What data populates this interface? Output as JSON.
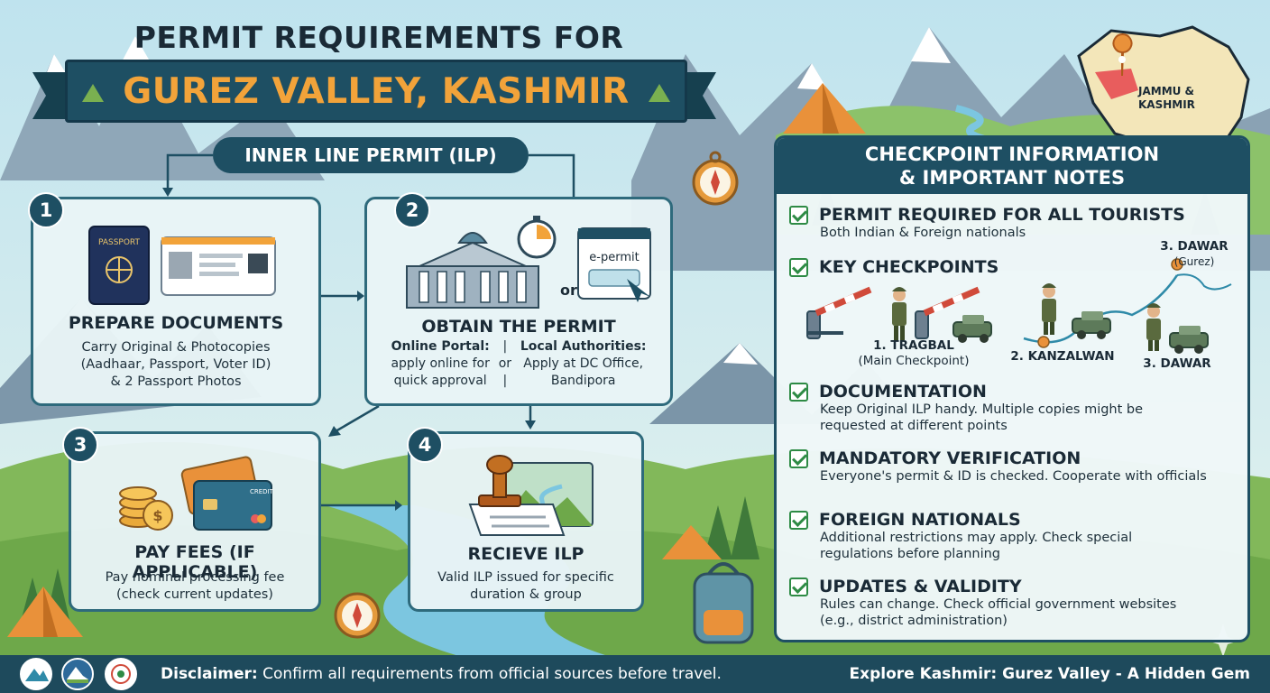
{
  "header": {
    "title_line1": "PERMIT REQUIREMENTS FOR",
    "title_line2": "GUREZ VALLEY, KASHMIR",
    "section": "INNER LINE PERMIT (ILP)"
  },
  "steps": [
    {
      "number": "1",
      "title": "PREPARE DOCUMENTS",
      "lines": [
        "Carry Original & Photocopies",
        "(Aadhaar, Passport, Voter ID)",
        "& 2 Passport Photos"
      ],
      "passport_label": "PASSPORT"
    },
    {
      "number": "2",
      "title": "OBTAIN THE PERMIT",
      "epermit_label": "e-permit",
      "or_label": "or",
      "online": {
        "heading": "Online Portal:",
        "lines": [
          "apply online for",
          "quick approval"
        ]
      },
      "local": {
        "heading": "Local Authorities:",
        "lines": [
          "Apply at DC Office,",
          "Bandipora"
        ]
      },
      "separator": [
        "|",
        "or",
        "|"
      ]
    },
    {
      "number": "3",
      "title": "PAY FEES (IF APPLICABLE)",
      "lines": [
        "Pay nominal processing fee",
        "(check current updates)"
      ],
      "card_label": "CREDIT"
    },
    {
      "number": "4",
      "title": "RECIEVE ILP",
      "lines": [
        "Valid ILP issued for specific",
        "duration & group"
      ]
    }
  ],
  "panel": {
    "title_line1": "CHECKPOINT INFORMATION",
    "title_line2": "& IMPORTANT NOTES",
    "notes": [
      {
        "title": "PERMIT REQUIRED FOR ALL TOURISTS",
        "lines": [
          "Both Indian & Foreign nationals"
        ]
      },
      {
        "title": "KEY CHECKPOINTS",
        "lines": []
      },
      {
        "title": "DOCUMENTATION",
        "lines": [
          "Keep Original ILP handy. Multiple copies might be",
          "requested at different points"
        ]
      },
      {
        "title": "MANDATORY VERIFICATION",
        "lines": [
          "Everyone's permit & ID is checked. Cooperate with officials"
        ]
      },
      {
        "title": "FOREIGN NATIONALS",
        "lines": [
          "Additional restrictions may apply. Check special",
          "regulations before planning"
        ]
      },
      {
        "title": "UPDATES & VALIDITY",
        "lines": [
          "Rules can change. Check official government websites",
          "(e.g., district administration)"
        ]
      }
    ],
    "checkpoints": {
      "tragbal": [
        "1. TRAGBAL",
        "(Main Checkpoint)"
      ],
      "kanzalwan": "2. KANZALWAN",
      "dawar": "3. DAWAR",
      "dawar_top": "3. DAWAR",
      "gurez": "(Gurez)"
    }
  },
  "map": {
    "label_line1": "JAMMU &",
    "label_line2": "KASHMIR"
  },
  "footer": {
    "disclaimer_label": "Disclaimer:",
    "disclaimer_text": " Confirm all requirements from official sources before travel.",
    "tagline": "Explore Kashmir: Gurez Valley - A Hidden Gem"
  },
  "colors": {
    "primary": "#1e4f63",
    "accent_orange": "#f2a33a",
    "check_green": "#2e8b45",
    "card_bg": "#e8f4f6",
    "sky": "#cfe8ef"
  },
  "icons": [
    "passport-icon",
    "aadhaar-card-icon",
    "government-building-icon",
    "stopwatch-icon",
    "e-permit-window-icon",
    "coins-icon",
    "credit-card-icon",
    "stamp-icon",
    "compass-icon",
    "backpack-icon",
    "tent-icon",
    "checkbox-check-icon",
    "map-pin-icon",
    "boom-barrier-icon",
    "soldier-icon",
    "jeep-icon"
  ]
}
